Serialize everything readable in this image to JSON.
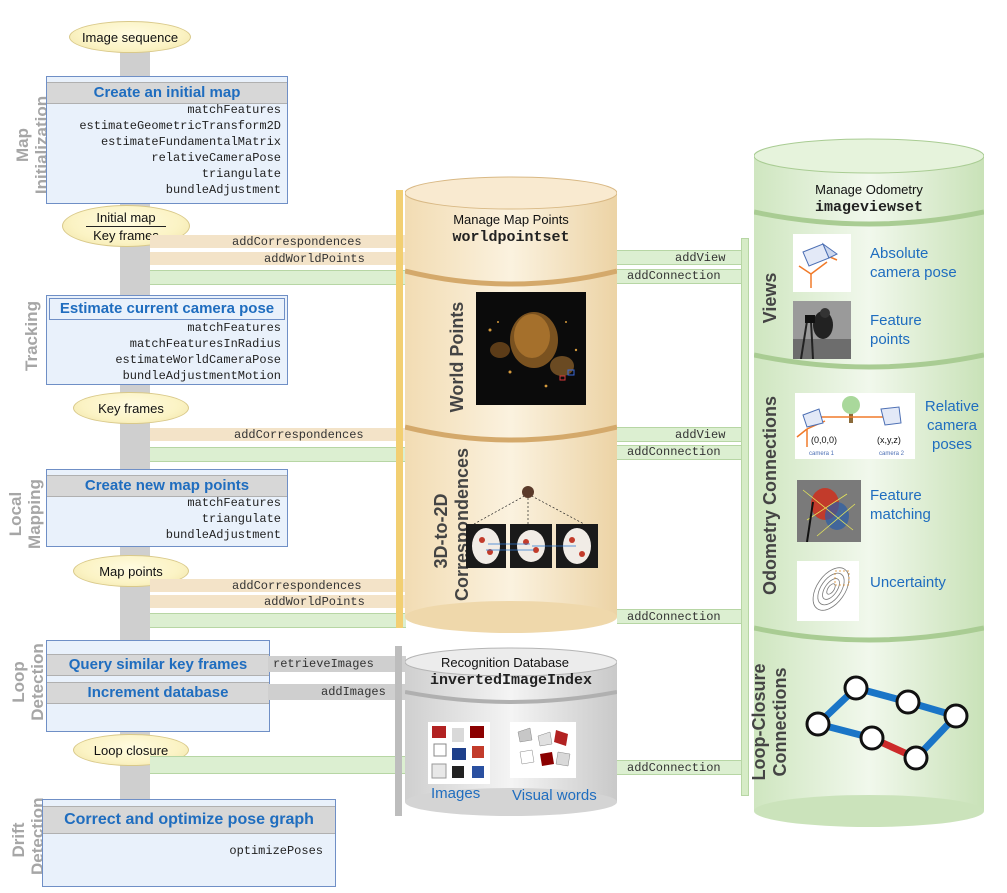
{
  "stages": {
    "map_init": "Map Initialization",
    "tracking": "Tracking",
    "local_mapping": "Local Mapping",
    "loop_detection": "Loop Detection",
    "drift_detection": "Drift Detection"
  },
  "pills": {
    "image_sequence": "Image sequence",
    "initial_map": "Initial map",
    "key_frames_a": "Key frames",
    "key_frames_b": "Key frames",
    "map_points": "Map points",
    "loop_closure": "Loop closure"
  },
  "boxes": {
    "initial_map": {
      "title": "Create an initial map",
      "fns": [
        "matchFeatures",
        "estimateGeometricTransform2D",
        "estimateFundamentalMatrix",
        "relativeCameraPose",
        "triangulate",
        "bundleAdjustment"
      ]
    },
    "tracking": {
      "title": "Estimate current camera pose",
      "fns": [
        "matchFeatures",
        "matchFeaturesInRadius",
        "estimateWorldCameraPose",
        "bundleAdjustmentMotion"
      ]
    },
    "mapping": {
      "title": "Create new map points",
      "fns": [
        "matchFeatures",
        "triangulate",
        "bundleAdjustment"
      ]
    },
    "loop": {
      "title1": "Query similar key frames",
      "title2": "Increment database"
    },
    "drift": {
      "title": "Correct and optimize pose graph",
      "fns": [
        "optimizePoses"
      ]
    }
  },
  "arrows": {
    "add_correspondences_1": "addCorrespondences",
    "add_world_points_1": "addWorldPoints",
    "add_correspondences_2": "addCorrespondences",
    "add_correspondences_3": "addCorrespondences",
    "add_world_points_3": "addWorldPoints",
    "retrieve_images": "retrieveImages",
    "add_images": "addImages",
    "add_view_1": "addView",
    "add_connection_1": "addConnection",
    "add_view_2": "addView",
    "add_connection_2": "addConnection",
    "add_connection_3": "addConnection",
    "add_connection_4": "addConnection"
  },
  "map_points_cyl": {
    "title": "Manage Map Points",
    "class_name": "worldpointset",
    "section1": "World Points",
    "section2": "3D-to-2D Correspondences"
  },
  "recognition_cyl": {
    "title": "Recognition Database",
    "class_name": "invertedImageIndex",
    "images": "Images",
    "visual_words": "Visual words"
  },
  "odometry_cyl": {
    "title": "Manage Odometry",
    "class_name": "imageviewset",
    "views": "Views",
    "odometry_connections": "Odometry Connections",
    "loop_closure_connections": "Loop-Closure Connections",
    "absolute_pose": "Absolute camera pose",
    "feature_points": "Feature points",
    "relative_poses": "Relative camera poses",
    "feature_matching": "Feature matching",
    "uncertainty": "Uncertainty",
    "origin_label": "(0,0,0)",
    "xyz_label": "(x,y,z)",
    "camera1": "camera 1",
    "camera2": "camera 2"
  },
  "colors": {
    "accent_blue": "#1f6dbf",
    "box_fill": "#e9f1fb",
    "tan": "#f3e3c8",
    "green": "#dcefd1",
    "yellow_bar": "#f2cf72",
    "pose_graph_blue": "#1a75c7",
    "pose_graph_red": "#cc2a2a"
  }
}
